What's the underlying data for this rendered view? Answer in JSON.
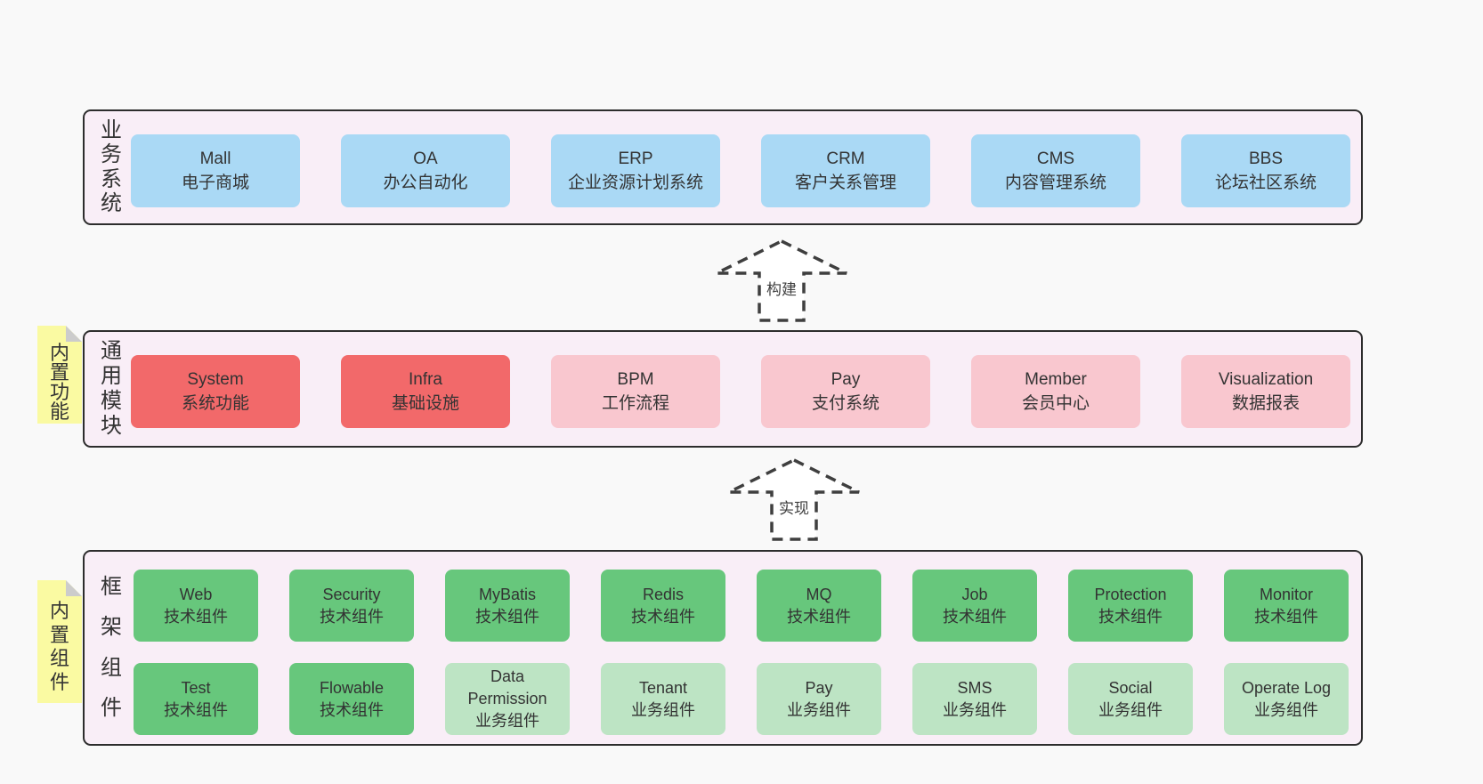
{
  "diagram": {
    "title": "framework-architecture",
    "colors": {
      "page_bg": "#f9f9f9",
      "layer_bg": "#f9eef7",
      "layer_border": "#2d2d2d",
      "blue": "#aad9f5",
      "red": "#f2696a",
      "pink": "#f9c7cf",
      "green": "#67c77c",
      "lightgreen": "#bde4c4",
      "sticky_yellow": "#fafaa2",
      "sticky_fold": "#cccccc",
      "text": "#333333"
    },
    "arrows": [
      {
        "label": "构建"
      },
      {
        "label": "实现"
      }
    ],
    "layers": [
      {
        "key": "business-systems",
        "label": "业务系统",
        "boxes": [
          {
            "en": "Mall",
            "zh": "电子商城",
            "variant": "blue"
          },
          {
            "en": "OA",
            "zh": "办公自动化",
            "variant": "blue"
          },
          {
            "en": "ERP",
            "zh": "企业资源计划系统",
            "variant": "blue"
          },
          {
            "en": "CRM",
            "zh": "客户关系管理",
            "variant": "blue"
          },
          {
            "en": "CMS",
            "zh": "内容管理系统",
            "variant": "blue"
          },
          {
            "en": "BBS",
            "zh": "论坛社区系统",
            "variant": "blue"
          }
        ]
      },
      {
        "key": "common-modules",
        "label": "通用模块",
        "sticky": "内置功能",
        "boxes": [
          {
            "en": "System",
            "zh": "系统功能",
            "variant": "red"
          },
          {
            "en": "Infra",
            "zh": "基础设施",
            "variant": "red"
          },
          {
            "en": "BPM",
            "zh": "工作流程",
            "variant": "pink"
          },
          {
            "en": "Pay",
            "zh": "支付系统",
            "variant": "pink"
          },
          {
            "en": "Member",
            "zh": "会员中心",
            "variant": "pink"
          },
          {
            "en": "Visualization",
            "zh": "数据报表",
            "variant": "pink"
          }
        ]
      },
      {
        "key": "framework-components",
        "label": "框架组件",
        "sticky": "内置组件",
        "rows": [
          [
            {
              "en": "Web",
              "zh": "技术组件",
              "variant": "green"
            },
            {
              "en": "Security",
              "zh": "技术组件",
              "variant": "green"
            },
            {
              "en": "MyBatis",
              "zh": "技术组件",
              "variant": "green"
            },
            {
              "en": "Redis",
              "zh": "技术组件",
              "variant": "green"
            },
            {
              "en": "MQ",
              "zh": "技术组件",
              "variant": "green"
            },
            {
              "en": "Job",
              "zh": "技术组件",
              "variant": "green"
            },
            {
              "en": "Protection",
              "zh": "技术组件",
              "variant": "green"
            },
            {
              "en": "Monitor",
              "zh": "技术组件",
              "variant": "green"
            }
          ],
          [
            {
              "en": "Test",
              "zh": "技术组件",
              "variant": "green"
            },
            {
              "en": "Flowable",
              "zh": "技术组件",
              "variant": "green"
            },
            {
              "en": "Data Permission",
              "zh": "业务组件",
              "variant": "lightgreen"
            },
            {
              "en": "Tenant",
              "zh": "业务组件",
              "variant": "lightgreen"
            },
            {
              "en": "Pay",
              "zh": "业务组件",
              "variant": "lightgreen"
            },
            {
              "en": "SMS",
              "zh": "业务组件",
              "variant": "lightgreen"
            },
            {
              "en": "Social",
              "zh": "业务组件",
              "variant": "lightgreen"
            },
            {
              "en": "Operate Log",
              "zh": "业务组件",
              "variant": "lightgreen"
            }
          ]
        ]
      }
    ]
  }
}
